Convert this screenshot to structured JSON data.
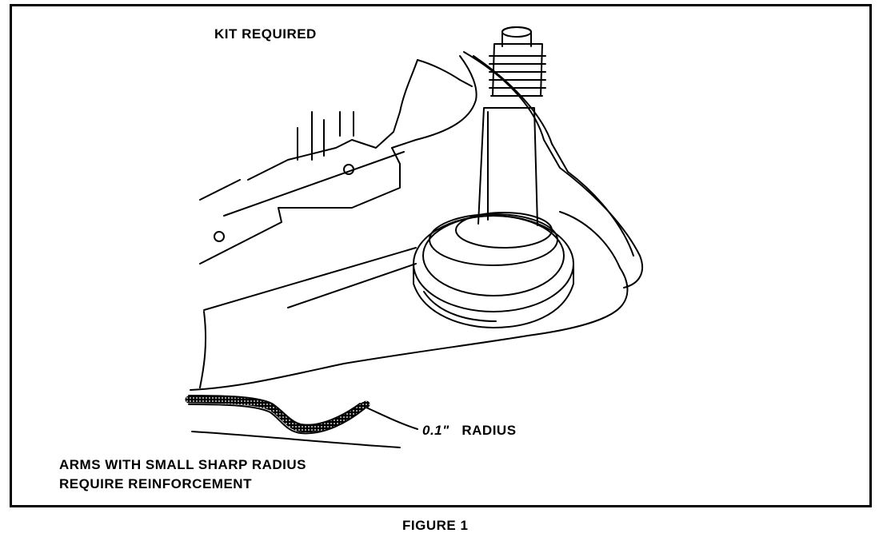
{
  "labels": {
    "kit_required": "KIT REQUIRED",
    "radius_value": "0.1\"",
    "radius_text": "RADIUS",
    "note_line1": "ARMS WITH SMALL SHARP RADIUS",
    "note_line2": "REQUIRE REINFORCEMENT",
    "figure_caption": "FIGURE 1"
  },
  "colors": {
    "ink": "#000000",
    "paper": "#ffffff"
  }
}
